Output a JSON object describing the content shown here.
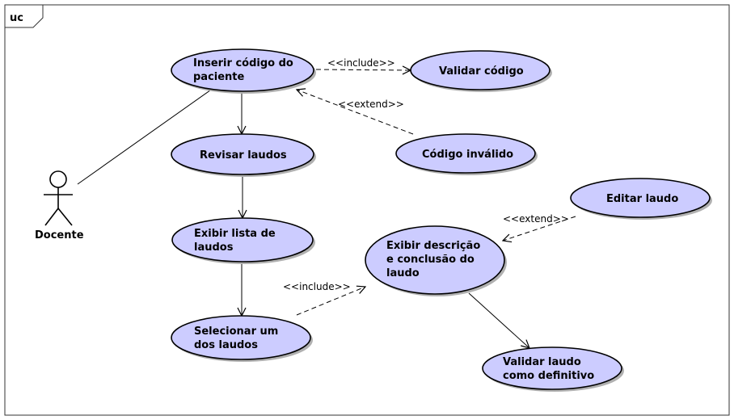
{
  "frame": {
    "label": "uc"
  },
  "actor": {
    "name": "Docente"
  },
  "use_cases": [
    {
      "id": "inserir",
      "lines": [
        "Inserir código do",
        "paciente"
      ]
    },
    {
      "id": "validar_codigo",
      "lines": [
        "Validar código"
      ]
    },
    {
      "id": "codigo_invalido",
      "lines": [
        "Código inválido"
      ]
    },
    {
      "id": "revisar",
      "lines": [
        "Revisar laudos"
      ]
    },
    {
      "id": "exibir_lista",
      "lines": [
        "Exibir lista de",
        "laudos"
      ]
    },
    {
      "id": "selecionar",
      "lines": [
        "Selecionar um",
        "dos laudos"
      ]
    },
    {
      "id": "exibir_desc",
      "lines": [
        "Exibir descrição",
        "e conclusão do",
        "laudo"
      ]
    },
    {
      "id": "editar",
      "lines": [
        "Editar laudo"
      ]
    },
    {
      "id": "validar_laudo",
      "lines": [
        "Validar laudo",
        "como definitivo"
      ]
    }
  ],
  "relations": [
    {
      "id": "actor-inserir",
      "from": "actor",
      "to": "inserir",
      "kind": "association",
      "label": ""
    },
    {
      "id": "inserir-validar",
      "from": "inserir",
      "to": "validar_codigo",
      "kind": "include",
      "label": "<<include>>"
    },
    {
      "id": "invalido-inserir",
      "from": "codigo_invalido",
      "to": "inserir",
      "kind": "extend",
      "label": "<<extend>>"
    },
    {
      "id": "inserir-revisar",
      "from": "inserir",
      "to": "revisar",
      "kind": "flow",
      "label": ""
    },
    {
      "id": "revisar-lista",
      "from": "revisar",
      "to": "exibir_lista",
      "kind": "flow",
      "label": ""
    },
    {
      "id": "lista-selecionar",
      "from": "exibir_lista",
      "to": "selecionar",
      "kind": "flow",
      "label": ""
    },
    {
      "id": "selecionar-desc",
      "from": "selecionar",
      "to": "exibir_desc",
      "kind": "include",
      "label": "<<include>>"
    },
    {
      "id": "editar-desc",
      "from": "editar",
      "to": "exibir_desc",
      "kind": "extend",
      "label": "<<extend>>"
    },
    {
      "id": "desc-validar",
      "from": "exibir_desc",
      "to": "validar_laudo",
      "kind": "flow",
      "label": ""
    }
  ],
  "colors": {
    "use_case_fill": "#ccccff",
    "line": "#000000",
    "background": "#ffffff"
  }
}
